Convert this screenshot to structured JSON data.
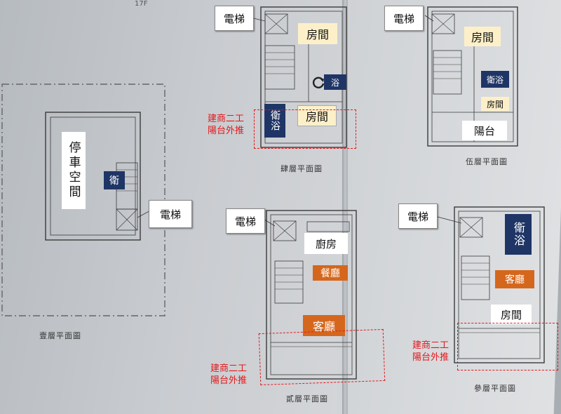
{
  "header": {
    "note": "17F"
  },
  "floors": {
    "first": {
      "caption": "壹層平面圖",
      "parking": "停車空間",
      "bath": "衛",
      "elevator": "電梯"
    },
    "second": {
      "caption": "貳層平面圖",
      "elevator": "電梯",
      "kitchen": "廚房",
      "dining": "餐廳",
      "living": "客廳",
      "note": [
        "建商二工",
        "陽台外推"
      ]
    },
    "third": {
      "caption": "參層平面圖",
      "elevator": "電梯",
      "bath": "衛浴",
      "living": "客廳",
      "room": "房間",
      "note": [
        "建商二工",
        "陽台外推"
      ]
    },
    "fourth": {
      "caption": "肆層平面圖",
      "elevator": "電梯",
      "room1": "房間",
      "bath_small": "浴",
      "bath": "衛浴",
      "room2": "房間",
      "note": [
        "建商二工",
        "陽台外推"
      ]
    },
    "fifth": {
      "caption": "伍層平面圖",
      "elevator": "電梯",
      "room1": "房間",
      "bath": "衛浴",
      "room2": "房間",
      "balcony": "陽台"
    }
  },
  "colors": {
    "navy": "#1f3566",
    "orange": "#d5671d",
    "cream": "#fdf0c9",
    "red": "#e3181b"
  },
  "icons": [
    "rotate-handle-icon"
  ]
}
